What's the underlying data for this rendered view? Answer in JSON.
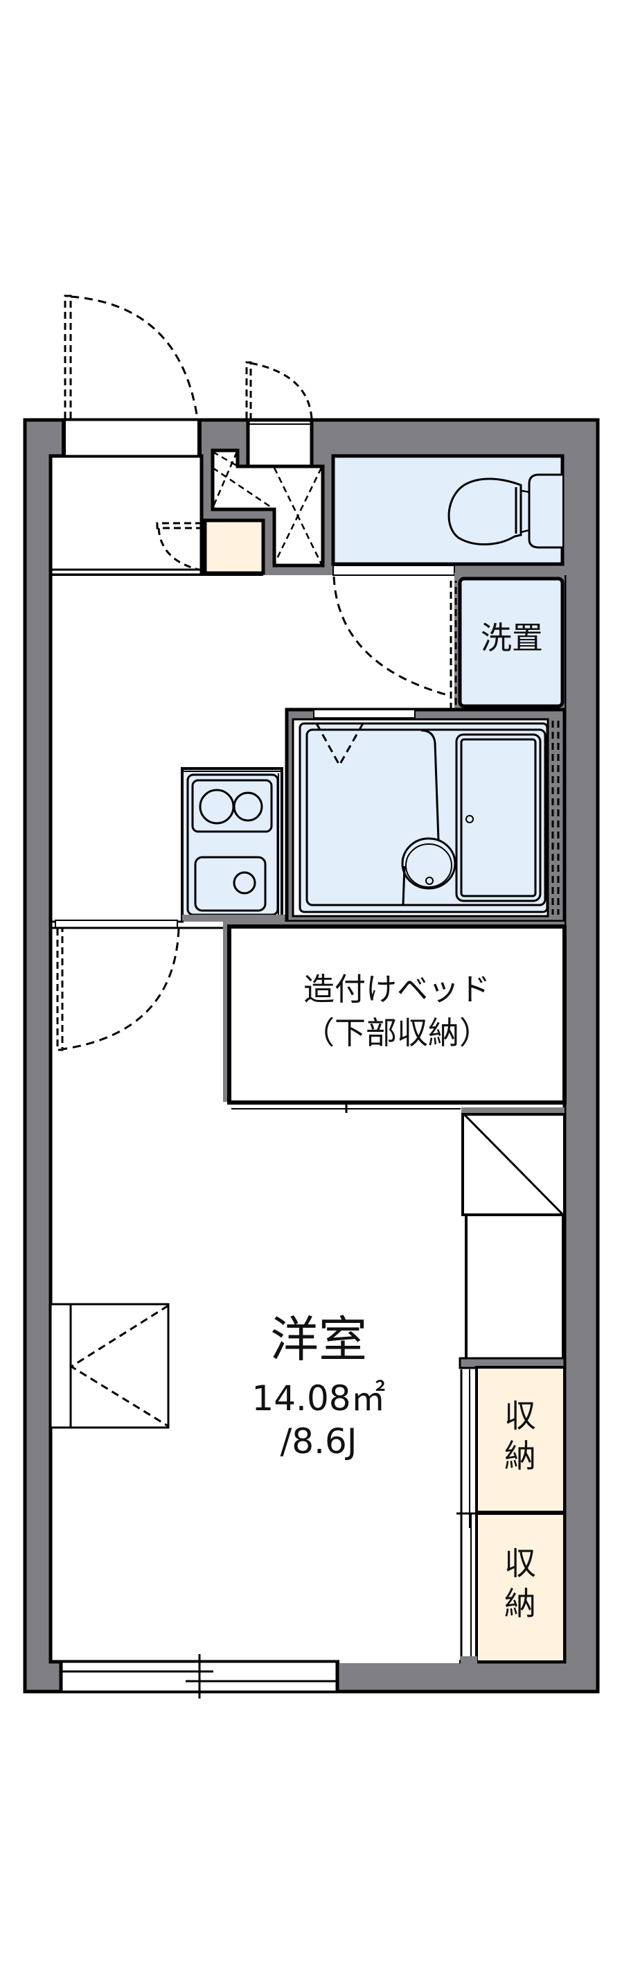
{
  "floor_plan": {
    "colors": {
      "wall": "#808084",
      "line": "#000000",
      "wet_area": "#e3eefb",
      "storage": "#fff3e0",
      "floor": "#ffffff"
    },
    "rooms": {
      "washer_space": {
        "label": "洗置"
      },
      "built_in_bed": {
        "label_line1": "造付けベッド",
        "label_line2": "（下部収納）"
      },
      "western_room": {
        "label": "洋室",
        "area": "14.08㎡",
        "size": "/8.6J"
      },
      "storage_1": {
        "label_line1": "収",
        "label_line2": "納"
      },
      "storage_2": {
        "label_line1": "収",
        "label_line2": "納"
      }
    },
    "fixtures": [
      "entrance-door",
      "shoe-box",
      "toilet",
      "washer-space",
      "bathroom-unit",
      "kitchen-stove-sink",
      "closet-door",
      "balcony-window"
    ]
  }
}
